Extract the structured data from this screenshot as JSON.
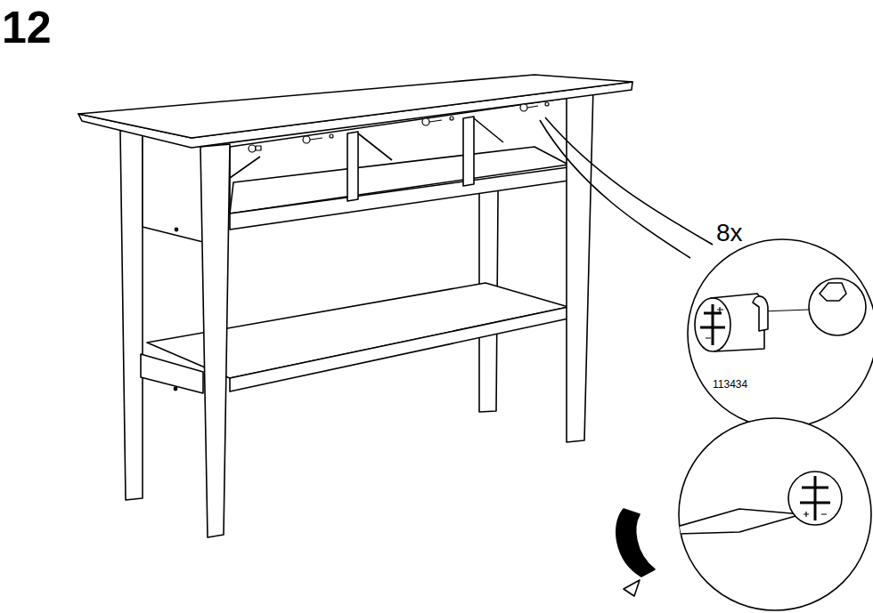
{
  "diagram": {
    "title": "12",
    "labels": [
      "8x",
      "113434"
    ]
  }
}
